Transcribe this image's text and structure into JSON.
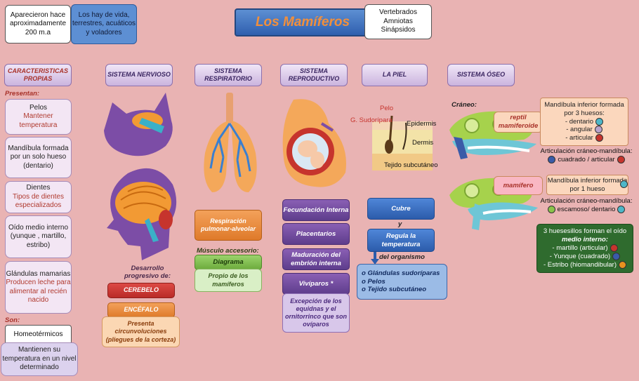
{
  "title": "Los Mamíferos",
  "top": {
    "appeared": "Aparecieron hace aproximadamente 200 m.a",
    "habitats": "Los hay de vida, terrestres, acuáticos y voladores",
    "classes": [
      "Vertebrados",
      "Amniotas",
      "Sinápsidos"
    ]
  },
  "headers": {
    "caracteristicas": "CARACTERISTICAS PROPIAS",
    "nervioso": "SISTEMA NERVIOSO",
    "respiratorio": "SISTEMA RESPIRATORIO",
    "reproductivo": "SISTEMA REPRODUCTIVO",
    "piel": "LA PIEL",
    "oseo": "SISTEMA ÓSEO"
  },
  "left": {
    "presentan_label": "Presentan:",
    "items": [
      {
        "main": "Pelos",
        "sub": "Mantener temperatura"
      },
      {
        "main": "Mandíbula formada por un solo hueso (dentario)",
        "sub": ""
      },
      {
        "main": "Dientes",
        "sub": "Tipos de dientes especializados"
      },
      {
        "main": "Oído medio interno (yunque , martillo, estribo)",
        "sub": ""
      },
      {
        "main": "Glándulas mamarias",
        "sub": "Producen leche para alimentar al recién nacido"
      }
    ],
    "son_label": "Son:",
    "homeo": "Homeotérmicos",
    "temp": "Mantienen su temperatura en un nivel determinado"
  },
  "nervioso": {
    "desarrollo": "Desarrollo progresivo de:",
    "cerebelo": "CEREBELO",
    "encefalo": "ENCÉFALO",
    "presenta": "Presenta circunvoluciones (pliegues de la corteza)"
  },
  "respiratorio": {
    "respiracion": "Respiración pulmonar-alveolar",
    "musculo": "Músculo accesorio:",
    "diafragma": "Diagrama",
    "propio": "Propio de los mamíferos"
  },
  "reproductivo": {
    "fecundacion": "Fecundación Interna",
    "placentarios": "Placentarios",
    "maduracion": "Maduración del embrión interna",
    "viviparos": "Vivíparos *",
    "excepcion": "Excepción de los equidnas y el ornitorrinco que son ovíparos"
  },
  "piel": {
    "labels": {
      "pelo": "Pelo",
      "sudoripara": "G. Sudorípara",
      "epidermis": "Epidermis",
      "dermis": "Dermis",
      "subcutaneo": "Tejido subcutáneo"
    },
    "cubre": "Cubre",
    "y": "y",
    "regula": "Regula la temperatura",
    "organismo": "del organismo",
    "list": [
      "o Glándulas sudoríparas",
      "o Pelos",
      "o Tejido subcutáneo"
    ]
  },
  "oseo": {
    "craneo": "Cráneo:",
    "reptil": "reptil mamiferoide",
    "mamifero": "mamífero",
    "mand_reptil_title": "Mandíbula inferior formada por 3 huesos:",
    "mand_reptil_items": [
      "- dentario",
      "- angular",
      "- articular"
    ],
    "artic_reptil_label": "Articulación cráneo-mandíbula:",
    "artic_reptil_value": "cuadrado / articular",
    "mand_mam": "Mandíbula inferior formada por 1 hueso",
    "artic_mam_label": "Articulación cráneo-mandíbula:",
    "artic_mam_value": "escamoso/ dentario",
    "oido_title_1": "3 huesesillos forman el oído",
    "oido_title_2": "medio interno:",
    "oido_items": [
      "-  martillo (articular)",
      "- Yunque (cuadrado)",
      "- Estribo (hiomandibular)"
    ]
  },
  "colors": {
    "background": "#e9b3b3",
    "dentario": "#4db7c8",
    "angular": "#b8a3cc",
    "articular": "#c6342d",
    "cuadrado": "#3a5ba8",
    "escamoso": "#8bc34a",
    "estribo": "#e8921f"
  }
}
